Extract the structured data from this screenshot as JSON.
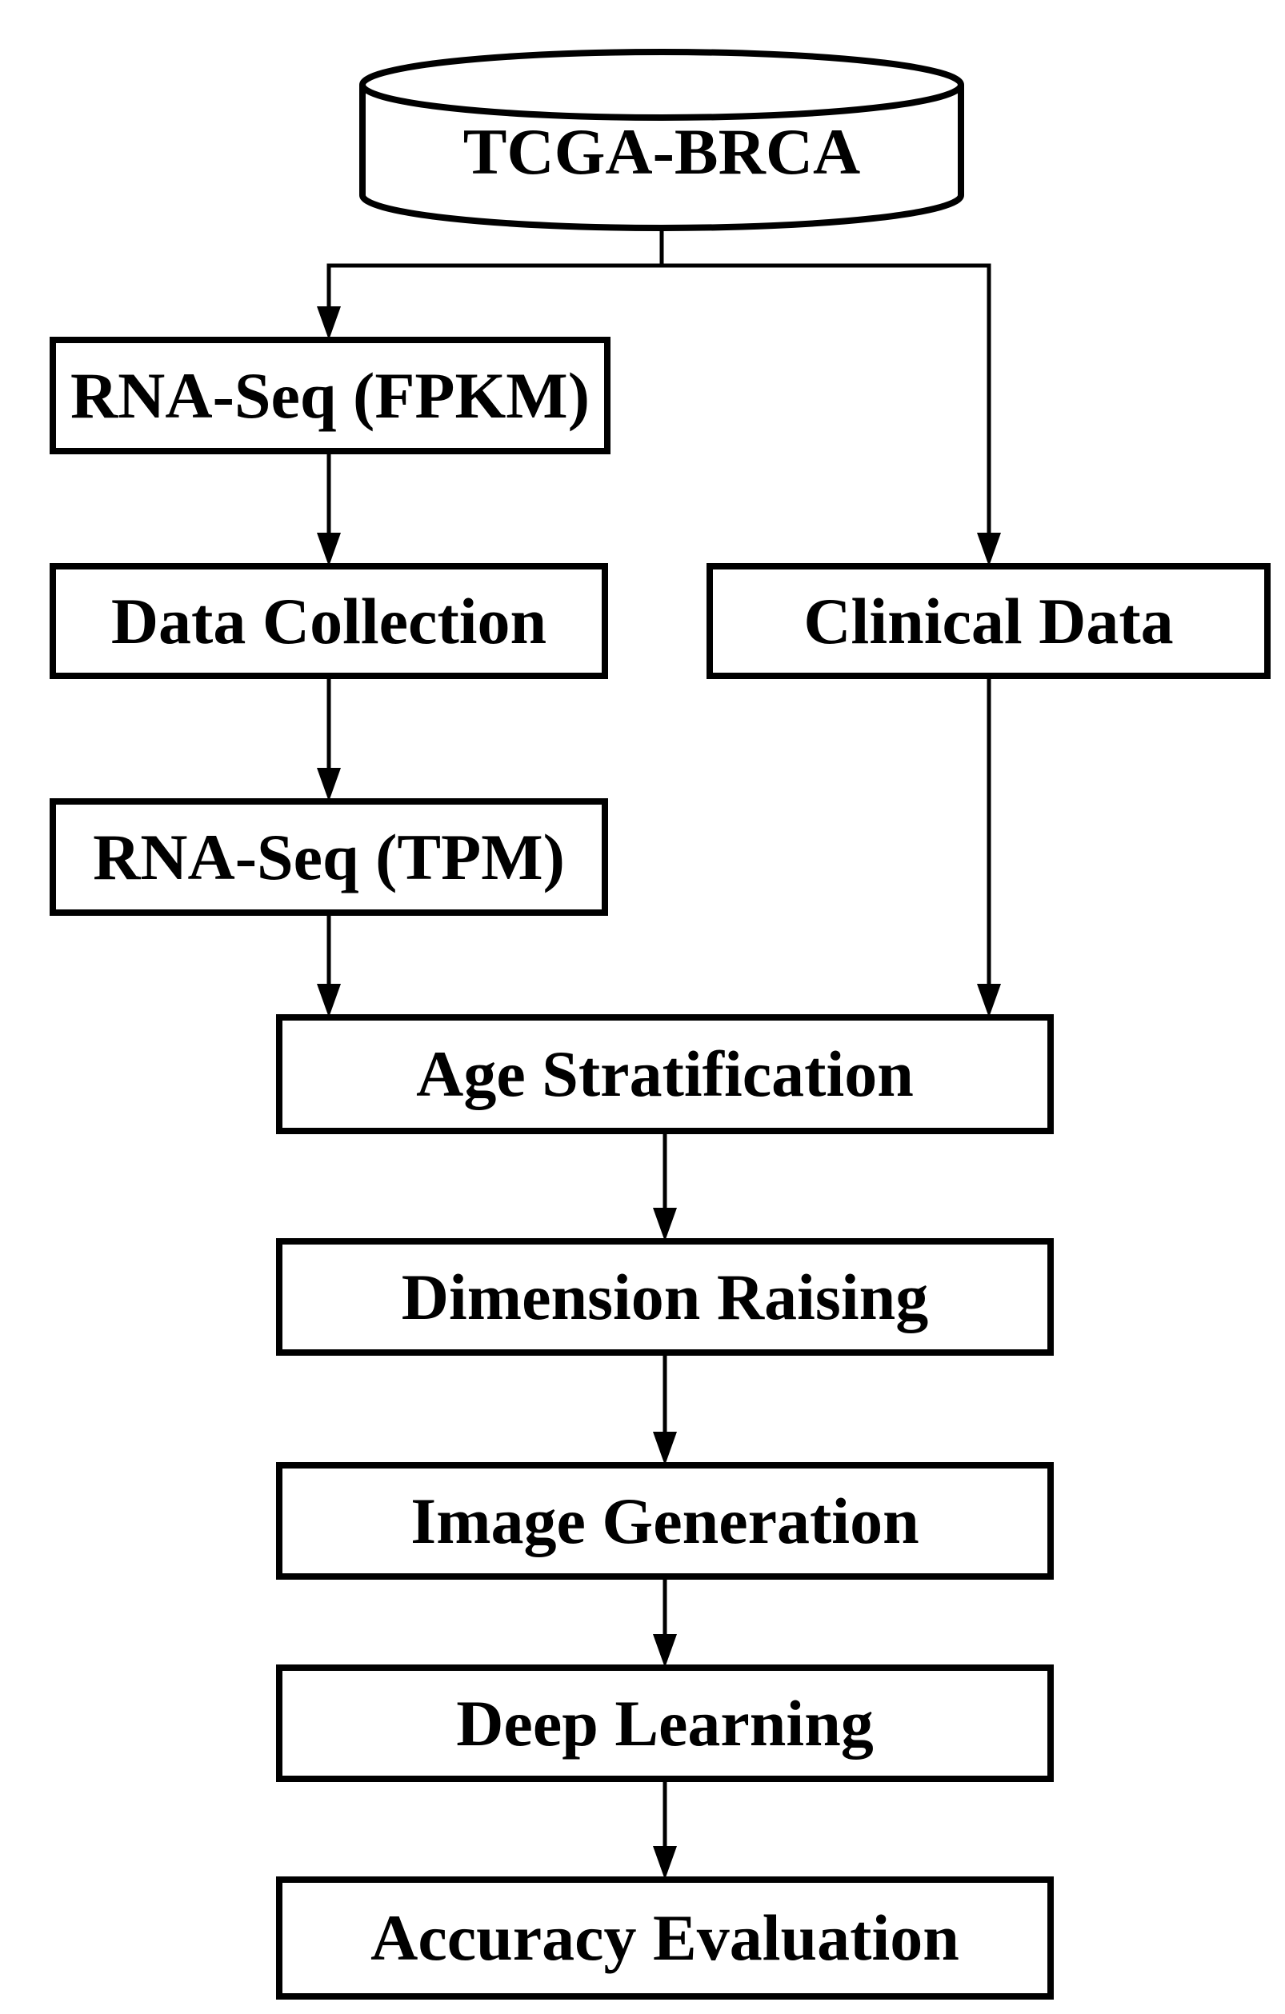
{
  "diagram": {
    "type": "flowchart",
    "colors": {
      "stroke": "#000000",
      "node_fill": "#ffffff",
      "text": "#000000",
      "background": "#ffffff"
    },
    "nodes": {
      "database": {
        "label": "TCGA-BRCA",
        "shape": "cylinder"
      },
      "rna_seq_fpkm": {
        "label": "RNA-Seq (FPKM)",
        "shape": "rect"
      },
      "data_collection": {
        "label": "Data Collection",
        "shape": "rect"
      },
      "rna_seq_tpm": {
        "label": "RNA-Seq (TPM)",
        "shape": "rect"
      },
      "clinical_data": {
        "label": "Clinical Data",
        "shape": "rect"
      },
      "age_stratification": {
        "label": "Age Stratification",
        "shape": "rect"
      },
      "dimension_raising": {
        "label": "Dimension Raising",
        "shape": "rect"
      },
      "image_generation": {
        "label": "Image Generation",
        "shape": "rect"
      },
      "deep_learning": {
        "label": "Deep Learning",
        "shape": "rect"
      },
      "accuracy_evaluation": {
        "label": "Accuracy Evaluation",
        "shape": "rect"
      }
    },
    "edges": [
      {
        "from": "database",
        "to": "rna_seq_fpkm"
      },
      {
        "from": "database",
        "to": "clinical_data"
      },
      {
        "from": "rna_seq_fpkm",
        "to": "data_collection"
      },
      {
        "from": "data_collection",
        "to": "rna_seq_tpm"
      },
      {
        "from": "rna_seq_tpm",
        "to": "age_stratification"
      },
      {
        "from": "clinical_data",
        "to": "age_stratification"
      },
      {
        "from": "age_stratification",
        "to": "dimension_raising"
      },
      {
        "from": "dimension_raising",
        "to": "image_generation"
      },
      {
        "from": "image_generation",
        "to": "deep_learning"
      },
      {
        "from": "deep_learning",
        "to": "accuracy_evaluation"
      }
    ]
  }
}
